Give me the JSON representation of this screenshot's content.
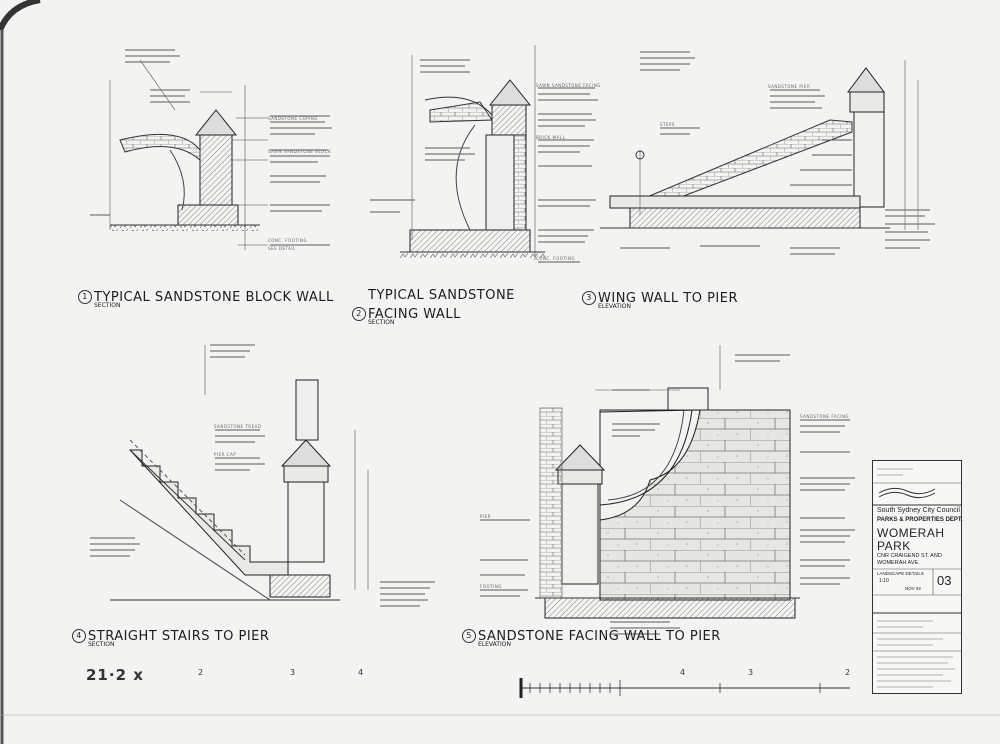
{
  "drawings": [
    {
      "number": "1",
      "title": "TYPICAL SANDSTONE BLOCK WALL",
      "subtitle": "SECTION"
    },
    {
      "number": "2",
      "title": "TYPICAL SANDSTONE FACING WALL",
      "title_line1": "TYPICAL SANDSTONE",
      "title_line2": "FACING WALL",
      "subtitle": "SECTION"
    },
    {
      "number": "3",
      "title": "WING WALL TO PIER",
      "subtitle": "ELEVATION"
    },
    {
      "number": "4",
      "title": "STRAIGHT STAIRS TO PIER",
      "subtitle": "SECTION"
    },
    {
      "number": "5",
      "title": "SANDSTONE FACING WALL TO PIER",
      "subtitle": "ELEVATION"
    }
  ],
  "title_block": {
    "organisation": "South Sydney City Council",
    "department": "PARKS & PROPERTIES DEPT.",
    "project_line1": "WOMERAH",
    "project_line2": "PARK",
    "address_line1": "CNR CRAIGEND ST. AND",
    "address_line2": "WOMERAH AVE.",
    "sheet_type": "LANDSCAPE DETAILS",
    "scale": "1:10",
    "date": "NOV 92",
    "sheet_number": "03"
  },
  "footer": {
    "sheet_id": "21·2 x",
    "scale_marks_left": [
      "2",
      "3",
      "4"
    ],
    "scale_marks_right": [
      "4",
      "3",
      "2"
    ]
  },
  "notes": {
    "d1_a": "SANDSTONE COPING",
    "d1_b": "SAWN SANDSTONE BLOCK",
    "d1_c": "CONC. FOOTING",
    "d1_d": "SEE DETAIL",
    "d2_a": "SAWN SANDSTONE FACING",
    "d2_b": "BRICK WALL",
    "d2_c": "CONC. FOOTING",
    "d3_a": "SANDSTONE PIER",
    "d3_b": "STEPS",
    "d4_a": "PIER CAP",
    "d4_b": "SANDSTONE TREAD",
    "d5_a": "SANDSTONE FACING",
    "d5_b": "PIER",
    "d5_c": "FOOTING"
  }
}
